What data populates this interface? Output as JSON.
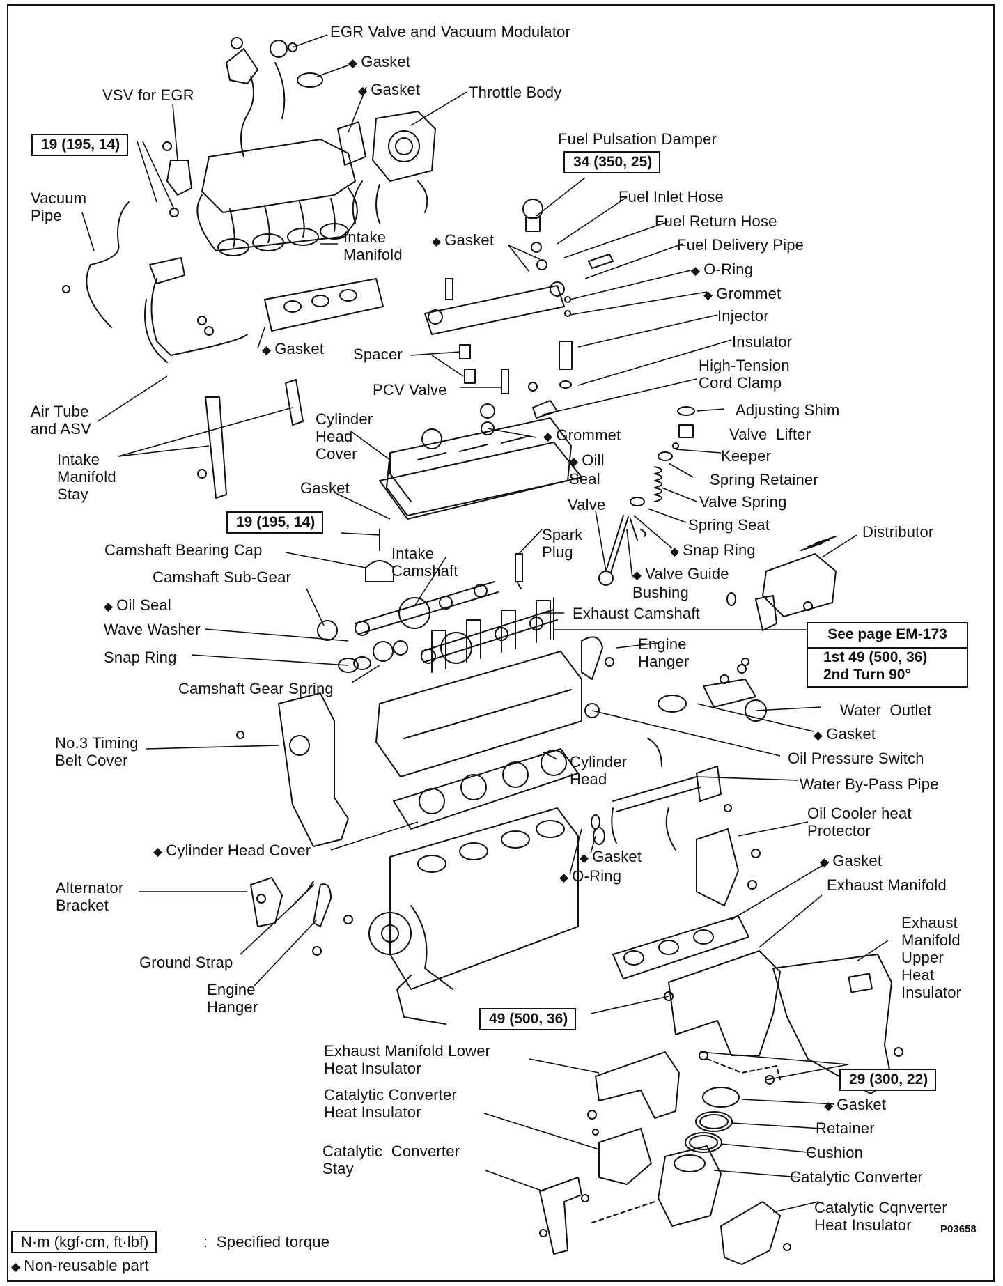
{
  "labels": {
    "egr_valve": "EGR Valve and Vacuum Modulator",
    "gasket_egr": "Gasket",
    "gasket_throttle": "Gasket",
    "throttle_body": "Throttle Body",
    "vsv_egr": "VSV for EGR",
    "fuel_pulsation_damper": "Fuel Pulsation Damper",
    "vacuum_pipe": "Vacuum\nPipe",
    "fuel_inlet_hose": "Fuel Inlet Hose",
    "fuel_return_hose": "Fuel Return Hose",
    "gasket_fuel": "Gasket",
    "intake_manifold": "Intake\nManifold",
    "fuel_delivery_pipe": "Fuel Delivery Pipe",
    "o_ring_fuel": "O-Ring",
    "grommet_injector": "Grommet",
    "injector": "Injector",
    "gasket_intake": "Gasket",
    "spacer": "Spacer",
    "insulator": "Insulator",
    "high_tension_cord_clamp": "High-Tension\nCord Clamp",
    "pcv_valve": "PCV Valve",
    "air_tube_asv": "Air Tube\nand ASV",
    "cylinder_head_cover": "Cylinder\nHead\nCover",
    "adjusting_shim": "Adjusting Shim",
    "grommet_cover": "Grommet",
    "valve_lifter": "Valve  Lifter",
    "intake_manifold_stay": "Intake\nManifold\nStay",
    "oil_seal_head": "Oill\nSeal",
    "keeper": "Keeper",
    "spring_retainer": "Spring Retainer",
    "gasket_cover": "Gasket",
    "valve_spring": "Valve Spring",
    "valve": "Valve",
    "spring_seat": "Spring Seat",
    "spark_plug": "Spark\nPlug",
    "distributor": "Distributor",
    "snap_ring_valve": "Snap Ring",
    "camshaft_bearing_cap": "Camshaft Bearing Cap",
    "intake_camshaft": "Intake\nCamshaft",
    "valve_guide_bushing": "Valve Guide\nBushing",
    "camshaft_sub_gear": "Camshaft Sub-Gear",
    "oil_seal_cam": "Oil Seal",
    "exhaust_camshaft": "Exhaust Camshaft",
    "wave_washer": "Wave Washer",
    "engine_hanger_top": "Engine\nHanger",
    "snap_ring_cam": "Snap Ring",
    "camshaft_gear_spring": "Camshaft Gear Spring",
    "water_outlet": "Water  Outlet",
    "gasket_water": "Gasket",
    "no3_timing_belt_cover": "No.3 Timing\nBelt Cover",
    "oil_pressure_switch": "Oil Pressure Switch",
    "cylinder_head": "Cylinder\nHead",
    "water_bypass_pipe": "Water By-Pass Pipe",
    "oil_cooler_protector": "Oil Cooler heat\nProtector",
    "gasket_oring": "Gasket",
    "cylinder_head_gasket": "Cylinder Head Cover",
    "gasket_exhaust": "Gasket",
    "o_ring_bypass": "O-Ring",
    "alternator_bracket": "Alternator\nBracket",
    "exhaust_manifold": "Exhaust Manifold",
    "exhaust_upper_insulator": "Exhaust\nManifold\nUpper\nHeat\nInsulator",
    "ground_strap": "Ground Strap",
    "engine_hanger_bottom": "Engine\nHanger",
    "exhaust_lower_insulator": "Exhaust Manifold Lower\nHeat Insulator",
    "gasket_catalytic": "Gasket",
    "cat_heat_insulator_left": "Catalytic Converter\nHeat Insulator",
    "retainer": "Retainer",
    "cushion": "Cushion",
    "cat_stay": "Catalytic  Converter\nStay",
    "catalytic_converter": "Catalytic Converter",
    "cat_heat_insulator_right": "Catalytic Cqnverter\nHeat Insulator"
  },
  "torque": {
    "egr_bolts": "19 (195, 14)",
    "pulsation_damper": "34 (350, 25)",
    "head_cover": "19 (195, 14)",
    "exhaust_manifold": "49 (500, 36)",
    "catalytic": "29 (300, 22)"
  },
  "head_bolt_spec": {
    "title": "See page EM-173",
    "step1": "1st   49 (500, 36)",
    "step2": "2nd  Turn 90°"
  },
  "legend": {
    "torque_unit": "N·m (kgf·cm, ft·lbf)",
    "torque_desc": ":  Specified torque",
    "nonreusable": "Non-reusable part"
  },
  "symbols": {
    "nonreusable_marker": "◆"
  },
  "figure_id": "P03658"
}
